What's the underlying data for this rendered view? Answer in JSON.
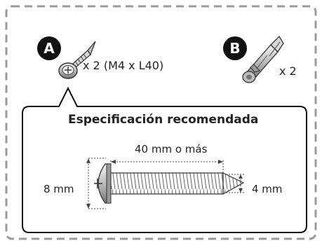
{
  "items": {
    "a": {
      "badge": "A",
      "quantity": "x 2 (M4 x L40)"
    },
    "b": {
      "badge": "B",
      "quantity": "x 2"
    }
  },
  "callout": {
    "title": "Especificación recomendada",
    "length_label": "40 mm o más",
    "head_label": "8 mm",
    "tip_label": "4 mm"
  },
  "colors": {
    "frame": "#9a9a9a",
    "ink": "#222222",
    "badge": "#111111"
  }
}
